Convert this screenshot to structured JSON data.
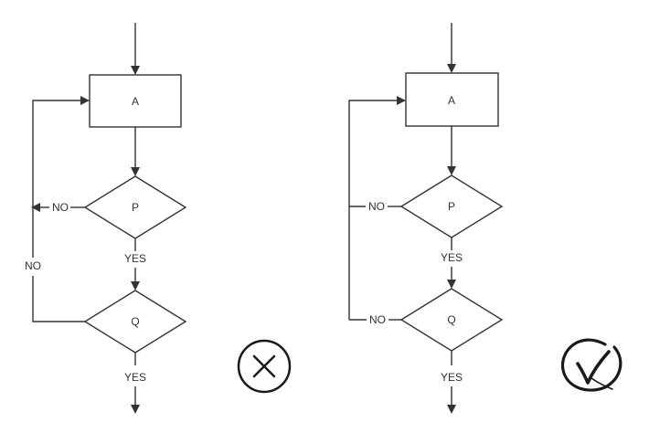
{
  "wrong_flowchart": {
    "nodes": {
      "a": "A",
      "p": "P",
      "q": "Q"
    },
    "labels": {
      "p_no": "NO",
      "q_no": "NO",
      "p_yes": "YES",
      "q_yes": "YES"
    },
    "verdict_icon": "cross-in-circle-icon"
  },
  "right_flowchart": {
    "nodes": {
      "a": "A",
      "p": "P",
      "q": "Q"
    },
    "labels": {
      "p_no": "NO",
      "q_no": "NO",
      "p_yes": "YES",
      "q_yes": "YES"
    },
    "verdict_icon": "checkmark-in-circle-icon"
  },
  "colors": {
    "line": "#333333",
    "background": "#ffffff"
  }
}
